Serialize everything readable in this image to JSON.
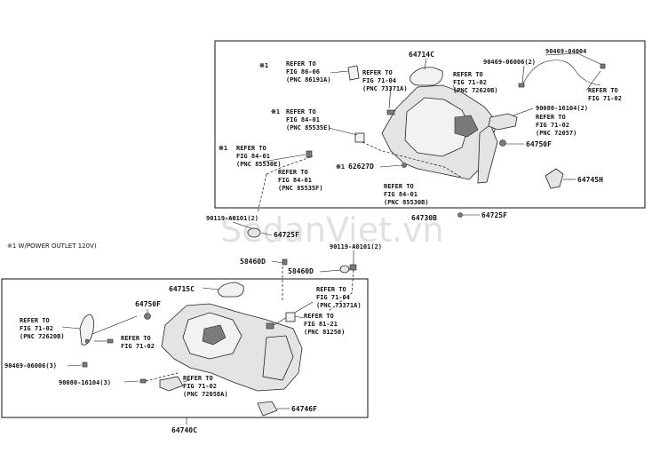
{
  "watermark": "SedanViet.vn",
  "note": "※1 W/POWER OUTLET 120V)",
  "top_box": {
    "assembly": "64730B",
    "parts": {
      "p64714C": "64714C",
      "p90469_04004": "90469-04004",
      "p90469_06006": "90469-06006(2)",
      "p90080_16104": "90080-16104(2)",
      "p64750F": "64750F",
      "p64745H": "64745H",
      "p62627D": "62627D",
      "p64725F_top": "64725F"
    },
    "refs": {
      "r1": [
        "REFER TO",
        "FIG 86-06",
        "(PNC 86191A)"
      ],
      "r2": [
        "REFER TO",
        "FIG 71-04",
        "(PNC 73371A)"
      ],
      "r3": [
        "REFER TO",
        "FIG 71-02",
        "(PNC 72620B)"
      ],
      "r4": [
        "REFER TO",
        "FIG 71-02"
      ],
      "r5": [
        "REFER TO",
        "FIG 84-01",
        "(PNC 85535E)"
      ],
      "r6": [
        "REFER TO",
        "FIG 84-01",
        "(PNC 85530E)"
      ],
      "r7": [
        "REFER TO",
        "FIG 71-02",
        "(PNC 72057)"
      ],
      "r8": [
        "REFER TO",
        "FIG 84-01",
        "(PNC 85535F)"
      ],
      "r9": [
        "REFER TO",
        "FIG 84-01",
        "(PNC 85530B)"
      ]
    },
    "marks": {
      "m1": "※1",
      "m2": "※1",
      "m3": "※1",
      "m4": "※1"
    }
  },
  "middle": {
    "p90119_left": "90119-A0101(2)",
    "p64725F_mid": "64725F",
    "p58460D_left": "58460D",
    "p90119_right": "90119-A0101(2)",
    "p58460D_right": "58460D"
  },
  "bottom_box": {
    "assembly": "64740C",
    "parts": {
      "p64715C": "64715C",
      "p64750F": "64750F",
      "p90469_06006": "90469-06006(3)",
      "p90080_16104": "90080-16104(3)",
      "p64746F": "64746F"
    },
    "refs": {
      "r1": [
        "REFER TO",
        "FIG 71-02",
        "(PNC 72620B)"
      ],
      "r2": [
        "REFER TO",
        "FIG 71-02"
      ],
      "r3": [
        "REFER TO",
        "FIG 71-04",
        "(PNC 73371A)"
      ],
      "r4": [
        "REFER TO",
        "FIG 81-21",
        "(PNC 81250)"
      ],
      "r5": [
        "REFER TO",
        "FIG 71-02",
        "(PNC 72058A)"
      ]
    }
  }
}
